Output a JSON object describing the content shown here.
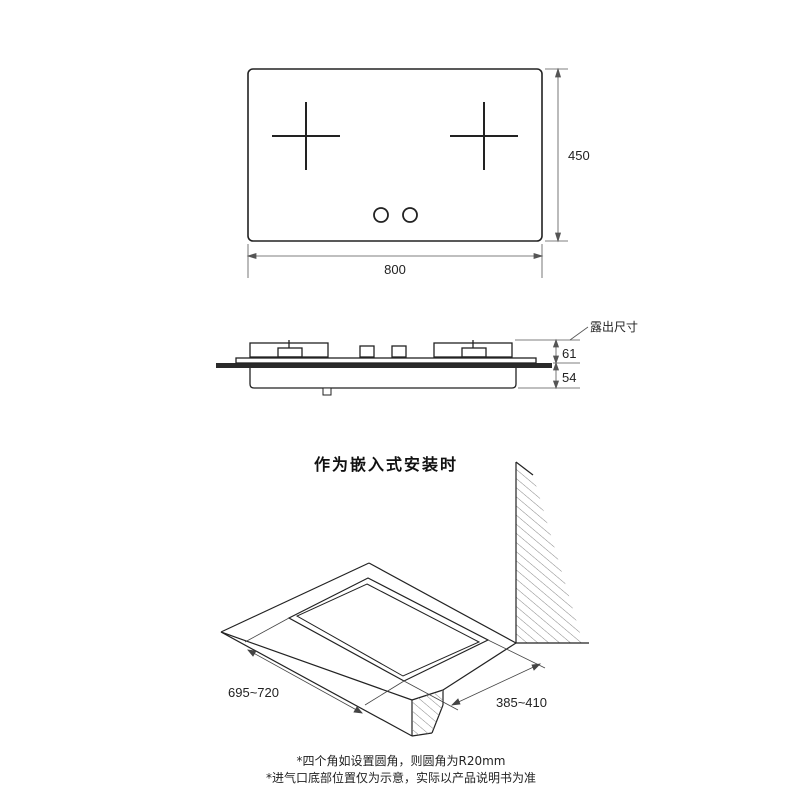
{
  "top_view": {
    "width_dim": "800",
    "depth_dim": "450"
  },
  "side_view": {
    "exposed_label": "露出尺寸",
    "upper_dim": "61",
    "lower_dim": "54"
  },
  "install": {
    "title": "作为嵌入式安装时",
    "cutout_width_dim": "695~720",
    "cutout_depth_dim": "385~410"
  },
  "notes": [
    "*四个角如设置圆角，则圆角为R20mm",
    "*进气口底部位置仅为示意，实际以产品说明书为准"
  ]
}
